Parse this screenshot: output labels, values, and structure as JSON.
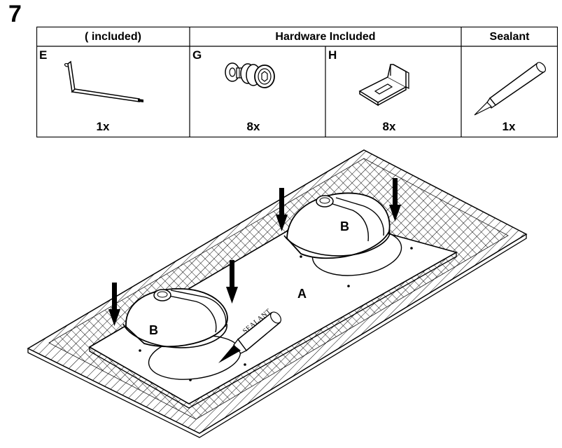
{
  "step_number": "7",
  "table": {
    "headers": {
      "included": "( included)",
      "hardware": "Hardware Included",
      "sealant": "Sealant"
    },
    "items": [
      {
        "letter": "E",
        "qty": "1x",
        "icon": "hex-key-icon"
      },
      {
        "letter": "G",
        "qty": "8x",
        "icon": "bolt-washer-icon"
      },
      {
        "letter": "H",
        "qty": "8x",
        "icon": "mounting-bracket-icon"
      },
      {
        "letter": "",
        "qty": "1x",
        "icon": "sealant-tube-icon"
      }
    ]
  },
  "diagram": {
    "panel_label": "A",
    "basin_label": "B",
    "sealant_text": "SEALANT"
  }
}
